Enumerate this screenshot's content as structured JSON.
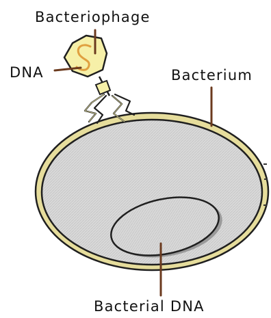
{
  "labels": {
    "phage": "Bacteriophage",
    "dna": "DNA",
    "bacterium": "Bacterium",
    "bacterial_dna": "Bacterial DNA"
  },
  "colors": {
    "capsid": "#F6F0A8",
    "cell_wall": "#E6DD9C",
    "outline": "#1F1F1F",
    "cytoplasm": "#D6D6D6",
    "nucleoid": "#C9C9C9",
    "nucleoid_shadow": "#9A9A9A",
    "leader_line": "#6B3A1E",
    "viral_dna": "#E0A040"
  }
}
